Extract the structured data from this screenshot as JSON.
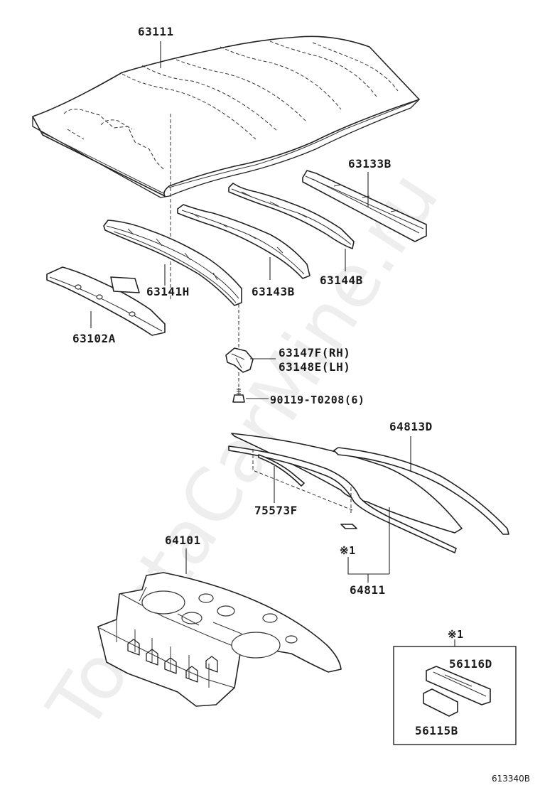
{
  "diagram": {
    "watermark": "ToyotaCarMine.ru",
    "figure_id": "613340B",
    "parts": {
      "roof_panel": "63111",
      "rear_rail": "63133B",
      "front_header": "63141H",
      "bow_1": "63143B",
      "bow_2": "63144B",
      "windshield_header": "63102A",
      "bracket_rh": "63147F(RH)",
      "bracket_lh": "63148E(LH)",
      "screw": "90119-T0208(6)",
      "back_glass": "64813D",
      "glass_moulding": "75573F",
      "package_tray": "64101",
      "glass_set": "64811",
      "note_mark": "※1",
      "kit_note_mark": "※1",
      "dam_d": "56116D",
      "dam_b": "56115B"
    }
  }
}
